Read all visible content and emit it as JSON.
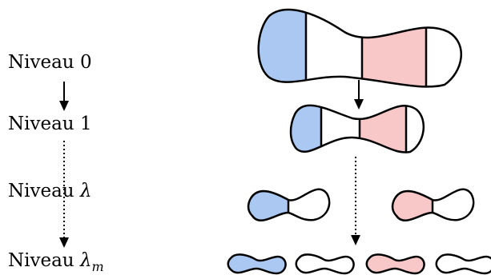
{
  "levels": [
    {
      "name": "Niveau",
      "symbol": "0"
    },
    {
      "name": "Niveau",
      "symbol": "1"
    },
    {
      "name": "Niveau",
      "symbol": "λ"
    },
    {
      "name": "Niveau",
      "symbol": "λ",
      "subscript": "m"
    }
  ],
  "colors": {
    "blue": "#aac8f2",
    "pink": "#f8c8c8",
    "stroke": "#000000"
  }
}
